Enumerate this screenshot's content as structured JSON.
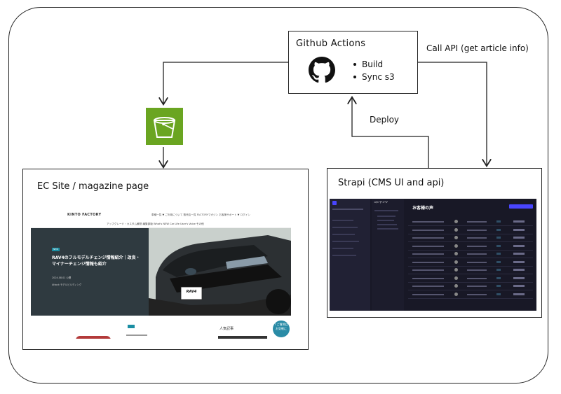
{
  "github": {
    "title": "Github Actions",
    "steps": [
      "Build",
      "Sync s3"
    ],
    "icon": "github-icon"
  },
  "edges": {
    "call_api": "Call API (get article info)",
    "deploy": "Deploy"
  },
  "s3": {
    "icon": "s3-bucket-icon",
    "color": "#6aa521"
  },
  "ec": {
    "title": "EC Site / magazine page",
    "screenshot": {
      "logo": "KINTO FACTORY",
      "nav": "車種一覧 ▼   ご利用について   販売店一覧   FACTORYマガジン   お客様サポート ▼   ログイン",
      "subnav": "アップグレード・カスタム解説    編集部版    What's NEW    Car Life    User's Voice    その他",
      "tag": "NEW",
      "headline": "RAV4のフルモデルチェンジ情報紹介｜改良・マイナーチェンジ情報も紹介",
      "date": "2024.08.01 公開",
      "category": "Attack    モデルビルディング",
      "popular": "人気記事",
      "help": "? ご質問は お気軽に",
      "car_plate": "RAV4"
    }
  },
  "strapi": {
    "title": "Strapi (CMS UI and api)",
    "screenshot": {
      "page_title": "お客様の声",
      "section": "コンテンツ",
      "rows": 10
    }
  }
}
